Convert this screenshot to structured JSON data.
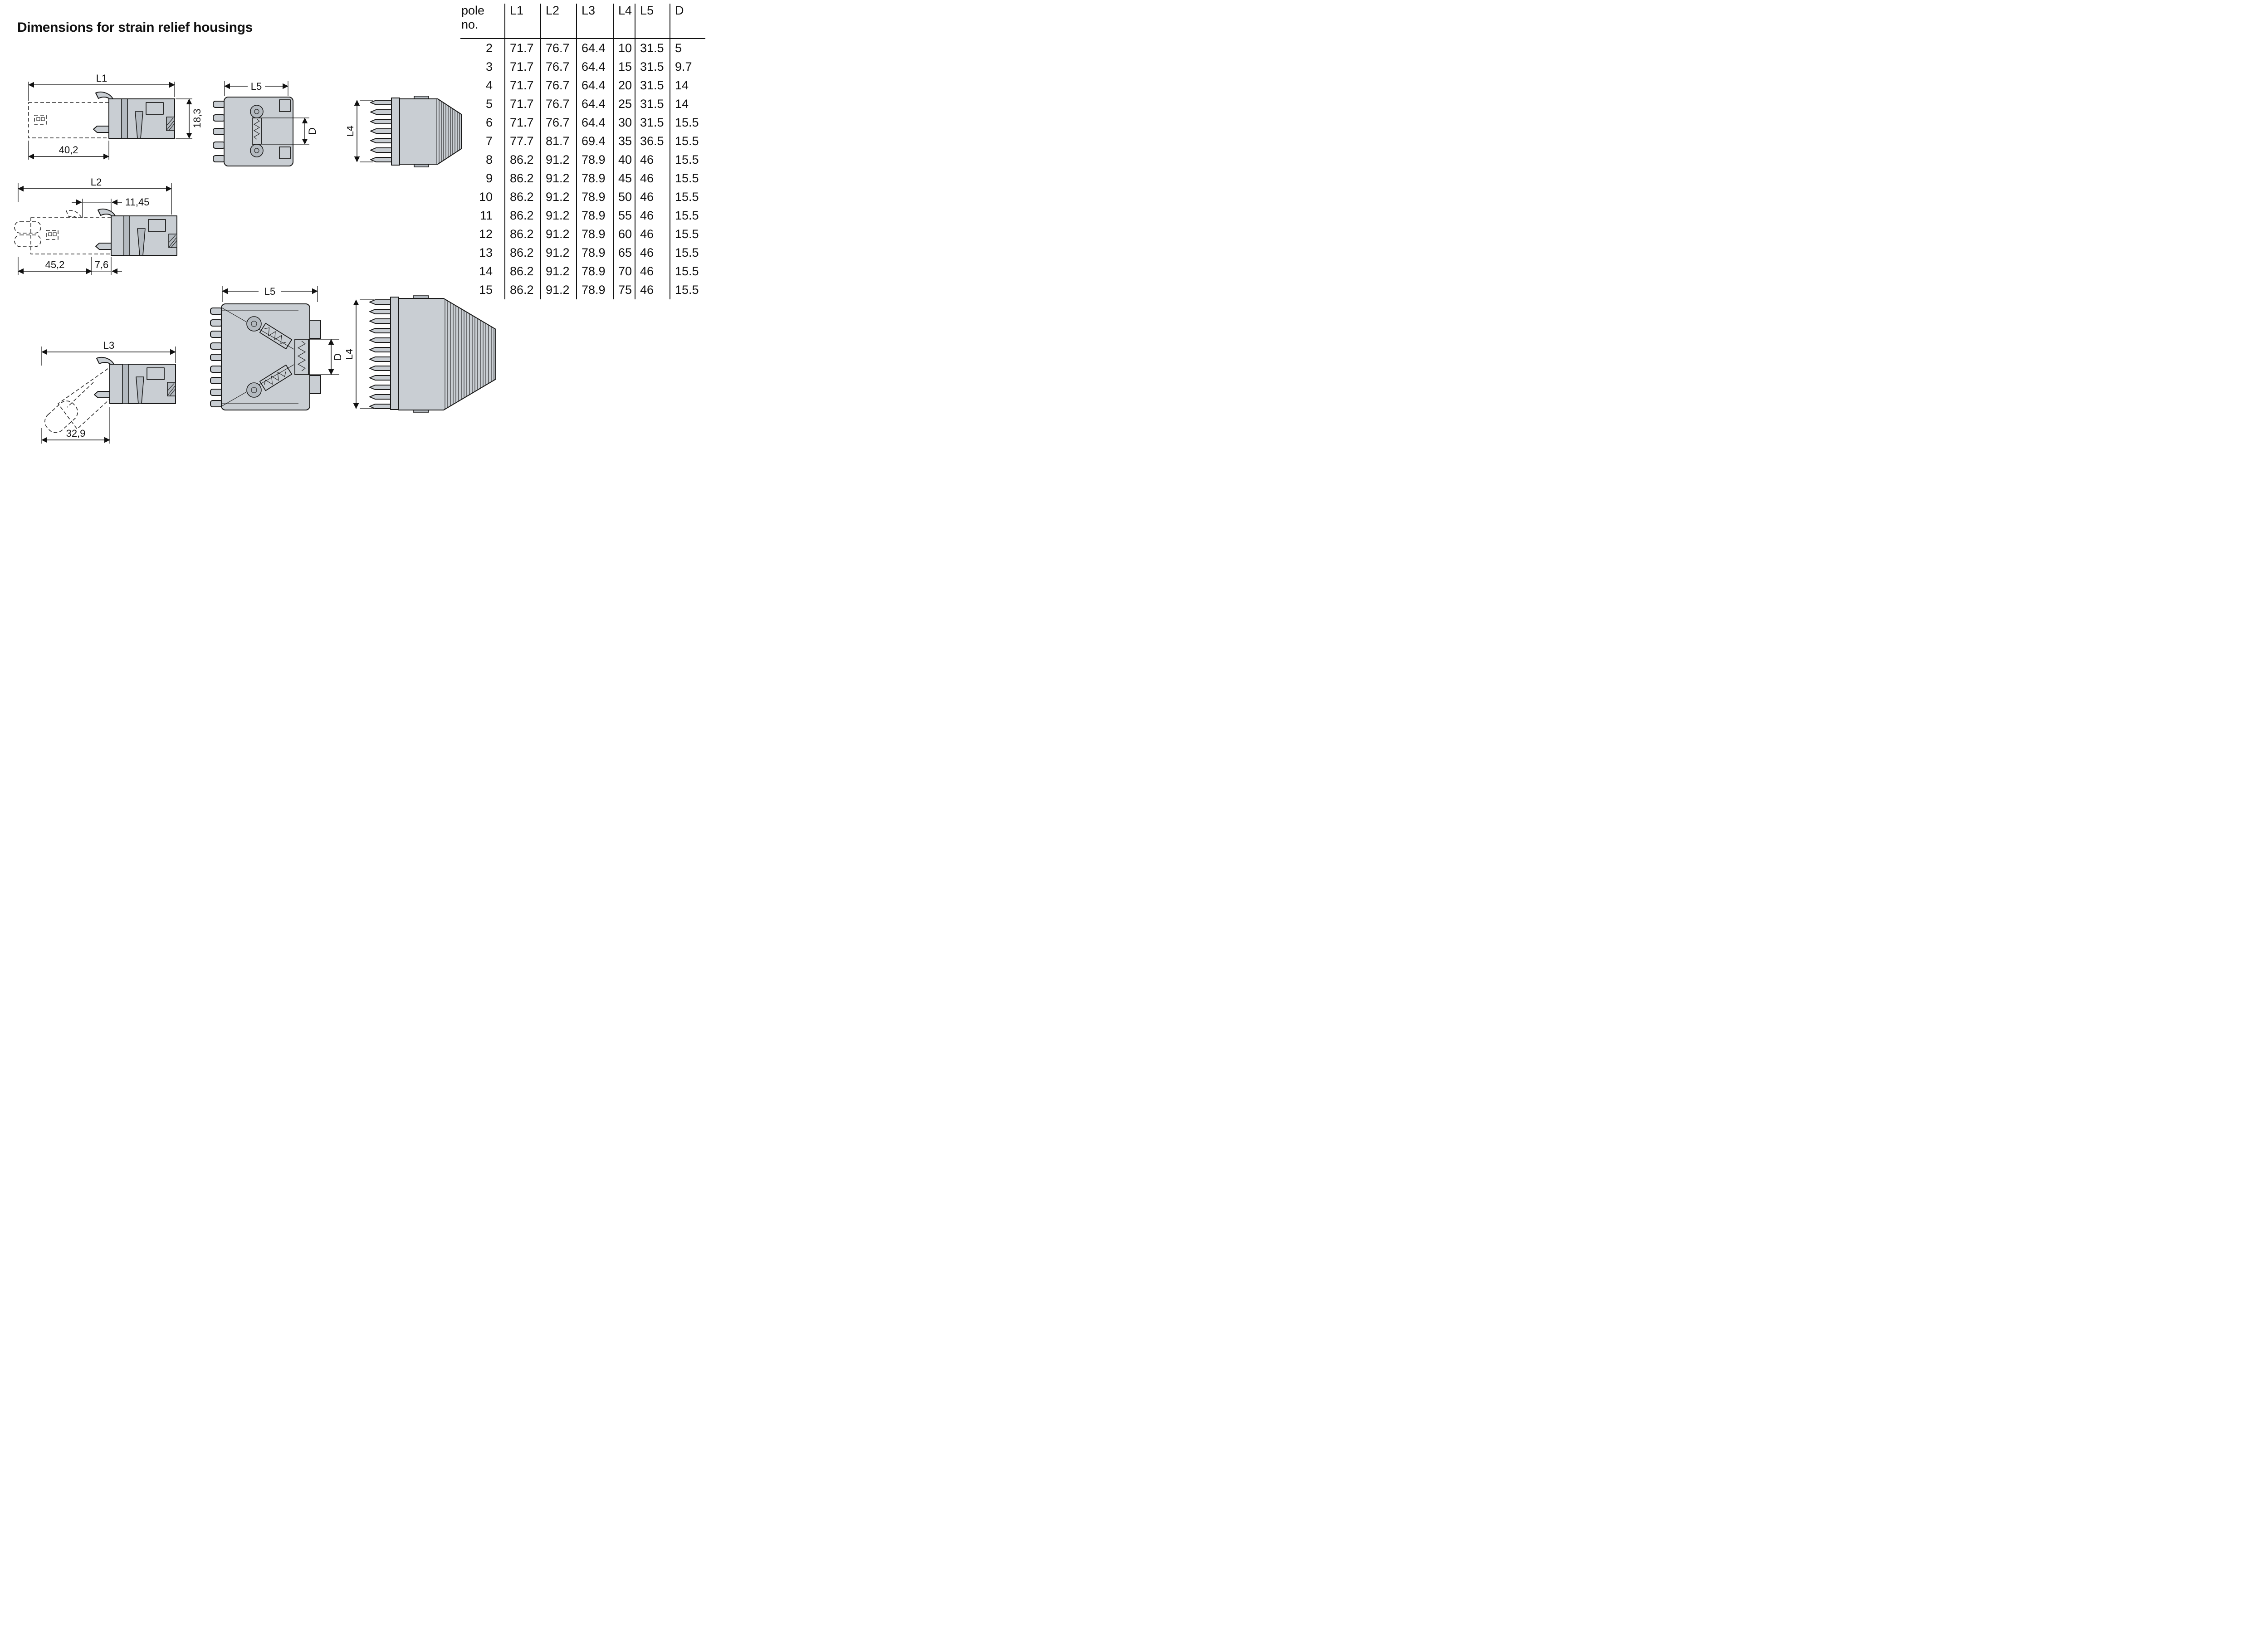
{
  "page": {
    "title": "Dimensions for strain relief housings"
  },
  "table": {
    "headers": [
      "pole no.",
      "L1",
      "L2",
      "L3",
      "L4",
      "L5",
      "D"
    ],
    "rows": [
      [
        "2",
        "71.7",
        "76.7",
        "64.4",
        "10",
        "31.5",
        "5"
      ],
      [
        "3",
        "71.7",
        "76.7",
        "64.4",
        "15",
        "31.5",
        "9.7"
      ],
      [
        "4",
        "71.7",
        "76.7",
        "64.4",
        "20",
        "31.5",
        "14"
      ],
      [
        "5",
        "71.7",
        "76.7",
        "64.4",
        "25",
        "31.5",
        "14"
      ],
      [
        "6",
        "71.7",
        "76.7",
        "64.4",
        "30",
        "31.5",
        "15.5"
      ],
      [
        "7",
        "77.7",
        "81.7",
        "69.4",
        "35",
        "36.5",
        "15.5"
      ],
      [
        "8",
        "86.2",
        "91.2",
        "78.9",
        "40",
        "46",
        "15.5"
      ],
      [
        "9",
        "86.2",
        "91.2",
        "78.9",
        "45",
        "46",
        "15.5"
      ],
      [
        "10",
        "86.2",
        "91.2",
        "78.9",
        "50",
        "46",
        "15.5"
      ],
      [
        "11",
        "86.2",
        "91.2",
        "78.9",
        "55",
        "46",
        "15.5"
      ],
      [
        "12",
        "86.2",
        "91.2",
        "78.9",
        "60",
        "46",
        "15.5"
      ],
      [
        "13",
        "86.2",
        "91.2",
        "78.9",
        "65",
        "46",
        "15.5"
      ],
      [
        "14",
        "86.2",
        "91.2",
        "78.9",
        "70",
        "46",
        "15.5"
      ],
      [
        "15",
        "86.2",
        "91.2",
        "78.9",
        "75",
        "46",
        "15.5"
      ]
    ]
  },
  "drawings": {
    "d1": {
      "top": "L1",
      "bottom": "40,2",
      "right": "18,3"
    },
    "d2": {
      "top": "L5",
      "right": "D"
    },
    "d3": {
      "left": "L4"
    },
    "d4": {
      "top": "L2",
      "inner": "11,45",
      "bottom_left": "45,2",
      "bottom_right": "7,6"
    },
    "d5": {
      "top": "L3",
      "bottom": "32,9"
    },
    "d6": {
      "top": "L5",
      "right": "D"
    },
    "d7": {
      "left": "L4"
    }
  },
  "colors": {
    "housing_fill": "#c9ced3",
    "housing_fill_dark": "#b4bac0",
    "line": "#1a1a1a",
    "bg": "#ffffff"
  }
}
